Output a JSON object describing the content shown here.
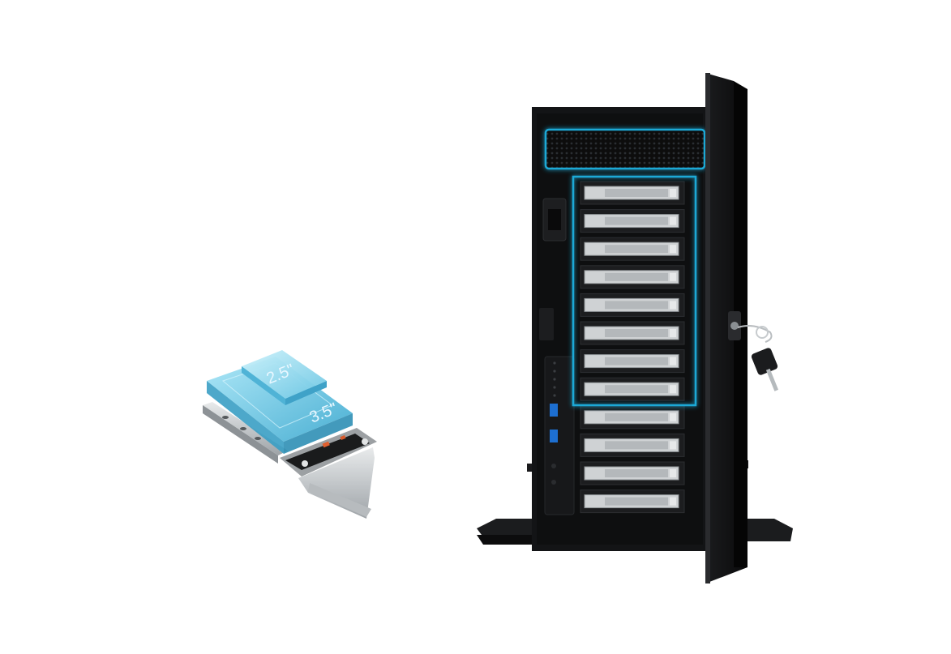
{
  "drive_tray": {
    "label_small": "2.5\"",
    "label_large": "3.5\""
  },
  "chassis": {
    "drive_bays": 12,
    "highlighted_bays": 8,
    "accent_color": "#1aa9d6",
    "body_color": "#111214",
    "tray_color": "#cfd2d4"
  },
  "colors": {
    "glow": "#1aa9d6",
    "drive_blue": "#62c9e8"
  }
}
